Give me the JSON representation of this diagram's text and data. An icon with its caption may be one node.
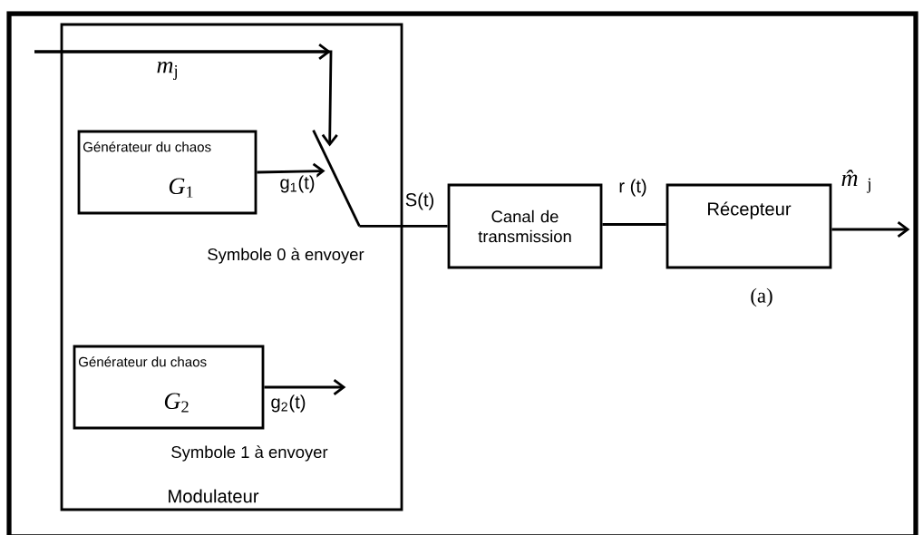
{
  "diagram": {
    "nodes": [
      {
        "text": [
          "Modulateur"
        ]
      },
      {
        "text": [
          "Générateur du chaos",
          "*G*$_{1}$"
        ],
        "in": 0,
        "beside": [
          "Symbole 0 à envoyer"
        ]
      },
      {
        "text": [
          "Générateur du chaos",
          "*G*$_{2}$"
        ],
        "in": 0,
        "beside": [
          "Symbole 1 à envoyer"
        ]
      },
      {
        "text": [],
        "shape": "switch",
        "in": 0
      },
      {
        "text": [
          "Canal de transmission"
        ]
      },
      {
        "text": [
          "Récepteur"
        ]
      }
    ],
    "edges": [
      {
        "from": null,
        "to": 3,
        "arrow": "to",
        "label": "*m*$_{j}$"
      },
      {
        "from": 1,
        "to": 3,
        "arrow": "to",
        "label": "g$_{1}$(t)"
      },
      {
        "from": 2,
        "to": null,
        "arrow": "to",
        "label": "g$_{2}$(t)"
      },
      {
        "from": 3,
        "to": 4,
        "arrow": "none",
        "label": "S(t)"
      },
      {
        "from": 4,
        "to": 5,
        "arrow": "none",
        "label": "r (t)"
      },
      {
        "from": 5,
        "to": null,
        "arrow": "to",
        "label": "*m̂*$_{j}$"
      }
    ],
    "labels": [
      "(a)"
    ]
  }
}
